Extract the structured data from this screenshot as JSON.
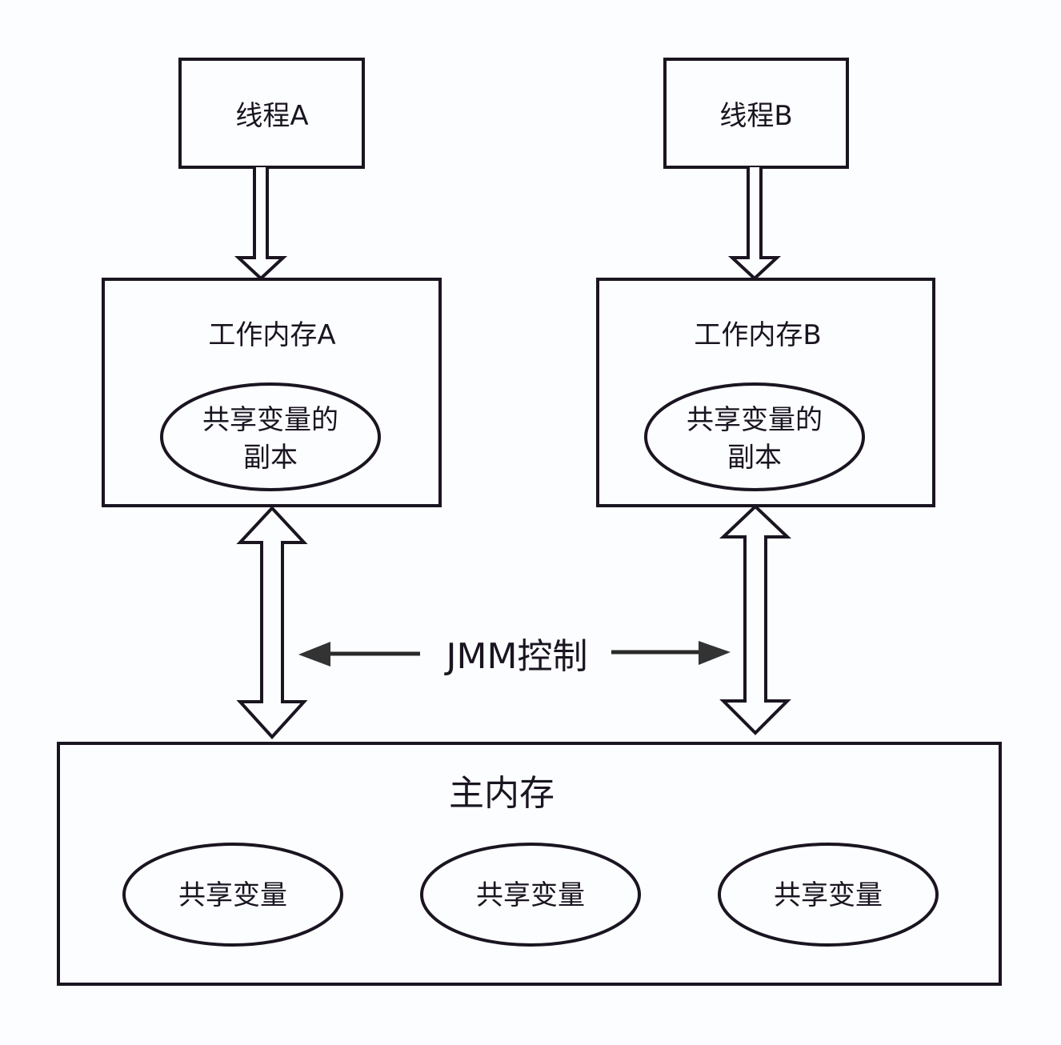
{
  "diagram": {
    "thread_a": {
      "label": "线程A"
    },
    "thread_b": {
      "label": "线程B"
    },
    "work_memory_a": {
      "label": "工作内存A",
      "copy_line1": "共享变量的",
      "copy_line2": "副本"
    },
    "work_memory_b": {
      "label": "工作内存B",
      "copy_line1": "共享变量的",
      "copy_line2": "副本"
    },
    "jmm_control": {
      "label": "JMM控制"
    },
    "main_memory": {
      "label": "主内存",
      "shared_vars": [
        {
          "label": "共享变量"
        },
        {
          "label": "共享变量"
        },
        {
          "label": "共享变量"
        }
      ]
    },
    "colors": {
      "stroke": "#1a1520",
      "background": "#fcfdff",
      "arrow_fill": "#333333"
    }
  }
}
